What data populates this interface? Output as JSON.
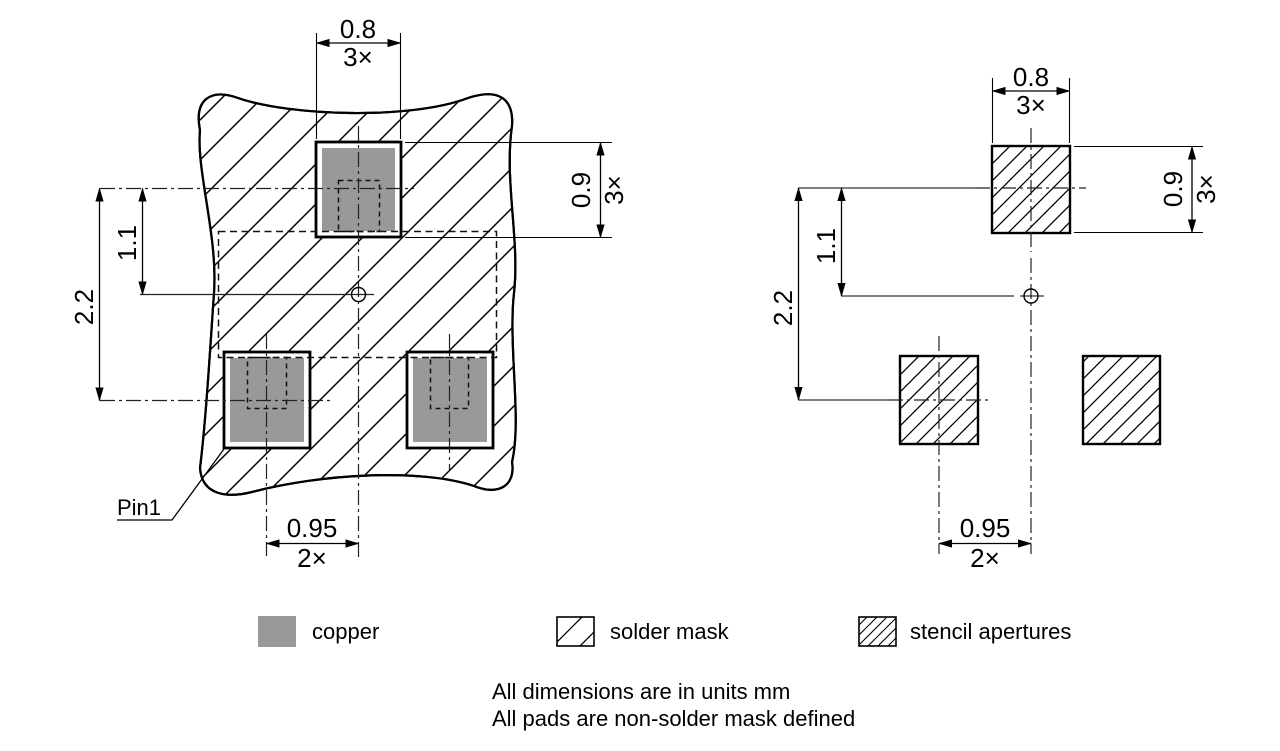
{
  "drawing": {
    "type": "pcb-footprint-land-pattern",
    "colors": {
      "copper": "#999999",
      "line": "#000000",
      "background": "#ffffff"
    },
    "land_pattern_view": {
      "pin1_label": "Pin1",
      "dims": {
        "pad_width": "0.8",
        "pad_width_count": "3×",
        "pad_height": "0.9",
        "pad_height_count": "3×",
        "center_offset": "1.1",
        "row_pitch": "2.2",
        "col_pitch": "0.95",
        "col_pitch_count": "2×"
      }
    },
    "stencil_view": {
      "dims": {
        "aperture_width": "0.8",
        "aperture_width_count": "3×",
        "aperture_height": "0.9",
        "aperture_height_count": "3×",
        "center_offset": "1.1",
        "row_pitch": "2.2",
        "col_pitch": "0.95",
        "col_pitch_count": "2×"
      }
    },
    "legend": {
      "items": [
        {
          "swatch": "copper-swatch",
          "label": "copper"
        },
        {
          "swatch": "solder-mask-swatch",
          "label": "solder mask"
        },
        {
          "swatch": "stencil-aperture-swatch",
          "label": "stencil apertures"
        }
      ]
    },
    "notes": {
      "line1": "All dimensions are in units mm",
      "line2": "All pads are non-solder mask defined"
    }
  }
}
